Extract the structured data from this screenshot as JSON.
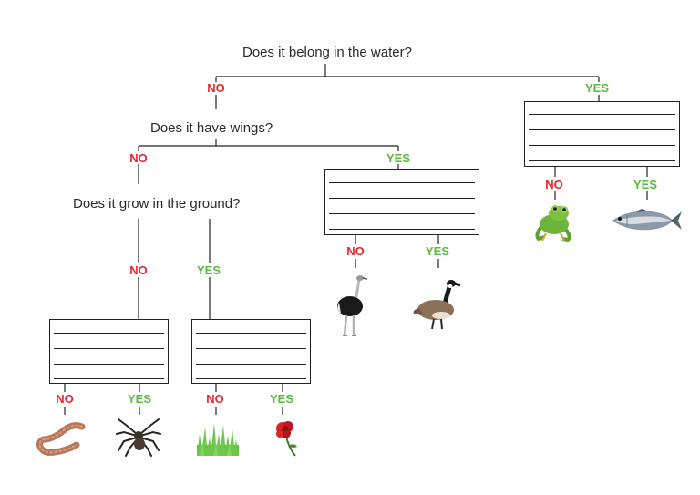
{
  "questions": {
    "water": "Does it belong in the water?",
    "wings": "Does it have wings?",
    "ground": "Does it grow in the ground?"
  },
  "labels": {
    "no": "NO",
    "yes": "YES"
  },
  "colors": {
    "no": "#e8272d",
    "yes": "#5aba3c",
    "lines": "#222222"
  },
  "leaves": [
    {
      "answer_path": "not water, wings, no",
      "animal": "ostrich-icon"
    },
    {
      "answer_path": "not water, wings, yes",
      "animal": "goose-icon"
    },
    {
      "answer_path": "water, no",
      "animal": "frog-icon"
    },
    {
      "answer_path": "water, yes",
      "animal": "fish-icon"
    },
    {
      "answer_path": "no wings, not ground, no",
      "animal": "worm-icon"
    },
    {
      "answer_path": "no wings, not ground, yes",
      "animal": "spider-icon"
    },
    {
      "answer_path": "no wings, ground, no",
      "animal": "grass-icon"
    },
    {
      "answer_path": "no wings, ground, yes",
      "animal": "flower-icon"
    }
  ]
}
